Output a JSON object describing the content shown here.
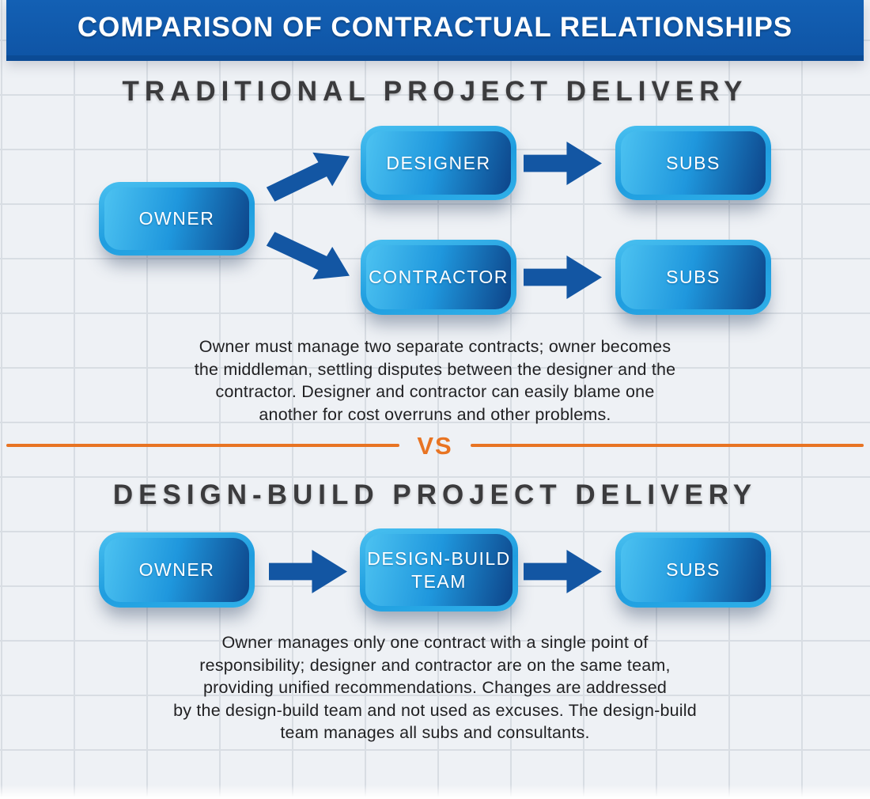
{
  "banner": {
    "title": "COMPARISON OF CONTRACTUAL RELATIONSHIPS"
  },
  "traditional": {
    "title": "TRADITIONAL PROJECT DELIVERY",
    "nodes": {
      "owner": "OWNER",
      "designer": "DESIGNER",
      "contractor": "CONTRACTOR",
      "subs_after_designer": "SUBS",
      "subs_after_contractor": "SUBS"
    },
    "description_lines": [
      "Owner must manage two separate contracts; owner becomes",
      "the middleman, settling disputes between the designer and the",
      "contractor. Designer and contractor can easily blame one",
      "another for cost overruns and other problems."
    ]
  },
  "divider": {
    "label": "VS"
  },
  "design_build": {
    "title": "DESIGN-BUILD PROJECT DELIVERY",
    "nodes": {
      "owner": "OWNER",
      "team_lines": [
        "DESIGN-BUILD",
        "TEAM"
      ],
      "subs": "SUBS"
    },
    "description_lines": [
      "Owner manages only one contract with a single point of",
      "responsibility; designer and contractor are on the same team,",
      "providing unified recommendations. Changes are addressed",
      "by the design-build team and not used as excuses. The design-build",
      "team manages all subs and consultants."
    ]
  },
  "colors": {
    "banner_blue": "#0f55a6",
    "banner_edge_blue": "#0b4b95",
    "node_border_blue": "#27a6e6",
    "node_gradient_light": "#4cc2f1",
    "node_gradient_dark": "#0d4489",
    "arrow_blue": "#1356a3",
    "divider_orange": "#e87423",
    "title_gray": "#3b3b3d",
    "body_text": "#212123",
    "background": "#eef1f5",
    "grid_line": "#d8dde3"
  }
}
